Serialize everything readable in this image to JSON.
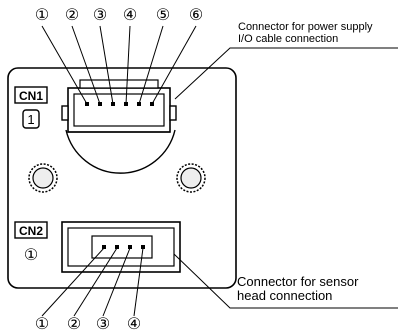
{
  "cn1": {
    "label": "CN1",
    "pin_mark": "1",
    "pins": [
      "①",
      "②",
      "③",
      "④",
      "⑤",
      "⑥"
    ],
    "callout_lines": [
      "Connector for power supply",
      "I/O cable connection"
    ]
  },
  "cn2": {
    "label": "CN2",
    "pin_mark": "①",
    "pins": [
      "①",
      "②",
      "③",
      "④"
    ],
    "callout_lines": [
      "Connector for sensor",
      "head connection"
    ]
  },
  "colors": {
    "line": "#000000",
    "fill": "#ffffff",
    "screw_fill": "#e8e8e8"
  }
}
